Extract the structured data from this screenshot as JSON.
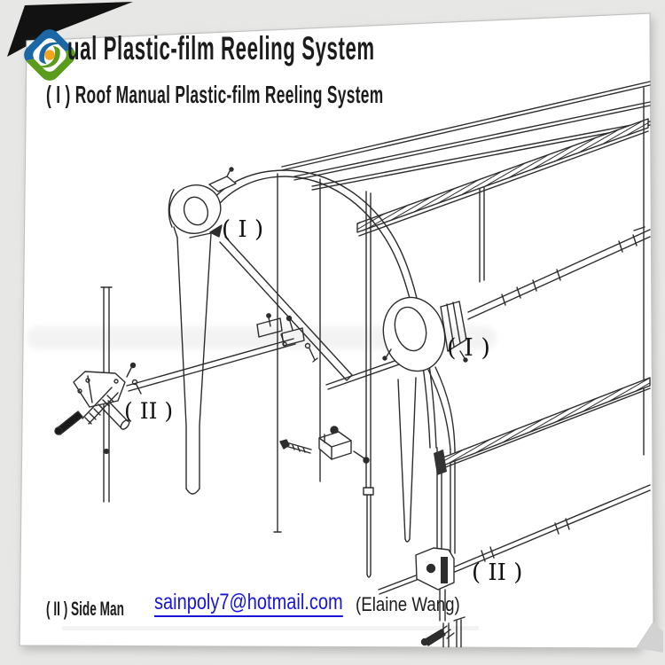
{
  "header": {
    "title": "ual Plastic-film Reeling System",
    "subtitle": "( I ) Roof Manual Plastic-film Reeling System"
  },
  "labels": {
    "roof_left": "( I )",
    "roof_right": "( I )",
    "side_left": "( II )",
    "side_right": "( II )"
  },
  "footer": {
    "label": "( II ) Side Man",
    "email": "sainpoly7@hotmail.com",
    "contact": "(Elaine Wang)"
  },
  "logo": {
    "icon": "sainpoly-swirl-eye-logo",
    "blue": "#1b67a5",
    "green": "#5a9c1e",
    "orange": "#f2a41d"
  },
  "colors": {
    "ink": "#2d2d2d",
    "link_blue": "#1815d6",
    "paper": "#ffffff",
    "backdrop": "#e7e7e5",
    "corner_fold_dark": "#121212",
    "corner_fold_gray": "#d2d2d2"
  }
}
